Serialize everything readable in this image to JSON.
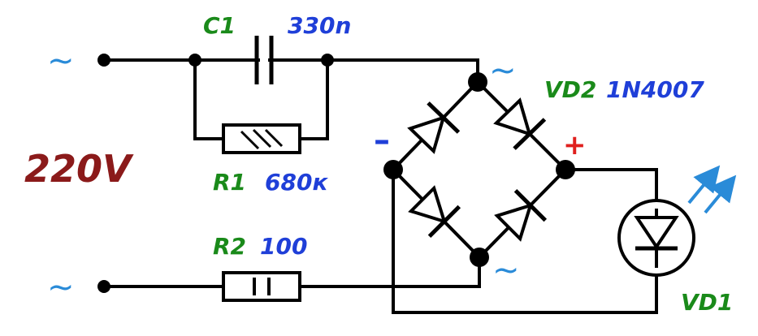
{
  "labels": {
    "c1_name": "C1",
    "c1_value": "330n",
    "r1_name": "R1",
    "r1_value": "680к",
    "r2_name": "R2",
    "r2_value": "100",
    "vd2_name": "VD2",
    "vd2_value": "1N4007",
    "vd1_name": "VD1",
    "voltage": "220V",
    "ac_symbol": "~",
    "minus": "–",
    "plus": "+"
  },
  "colors": {
    "wire": "#000000",
    "name_green": "#1a8a1a",
    "value_blue": "#1f3fd8",
    "voltage_red": "#8b1a1a",
    "ac_blue": "#2a8bd8",
    "minus_blue": "#1f3fd8",
    "plus_red": "#e0201e",
    "light_arrow": "#2a8bd8"
  }
}
